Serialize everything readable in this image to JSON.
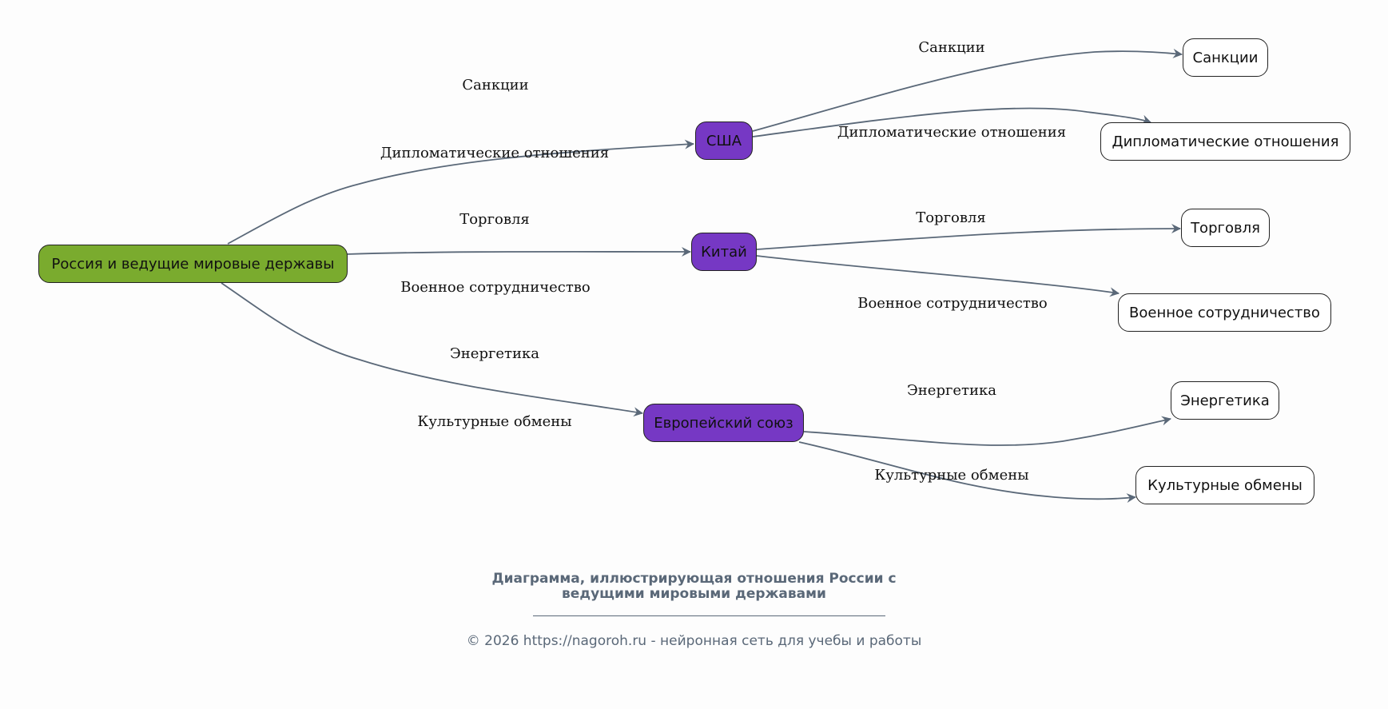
{
  "diagram": {
    "root": {
      "id": "root",
      "label": "Россия и ведущие мировые державы",
      "color": "#7aab2e"
    },
    "powers": [
      {
        "id": "usa",
        "label": "США",
        "color": "#7638c4"
      },
      {
        "id": "china",
        "label": "Китай",
        "color": "#7638c4"
      },
      {
        "id": "eu",
        "label": "Европейский союз",
        "color": "#7638c4"
      }
    ],
    "topics": [
      {
        "id": "t_sanctions",
        "label": "Санкции"
      },
      {
        "id": "t_diplomacy",
        "label": "Дипломатические отношения"
      },
      {
        "id": "t_trade",
        "label": "Торговля"
      },
      {
        "id": "t_military",
        "label": "Военное сотрудничество"
      },
      {
        "id": "t_energy",
        "label": "Энергетика"
      },
      {
        "id": "t_culture",
        "label": "Культурные обмены"
      }
    ],
    "edges": [
      {
        "from": "root",
        "to": "usa",
        "labels": [
          "Санкции",
          "Дипломатические отношения"
        ]
      },
      {
        "from": "root",
        "to": "china",
        "labels": [
          "Торговля",
          "Военное сотрудничество"
        ]
      },
      {
        "from": "root",
        "to": "eu",
        "labels": [
          "Энергетика",
          "Культурные обмены"
        ]
      },
      {
        "from": "usa",
        "to": "t_sanctions",
        "label": "Санкции"
      },
      {
        "from": "usa",
        "to": "t_diplomacy",
        "label": "Дипломатические отношения"
      },
      {
        "from": "china",
        "to": "t_trade",
        "label": "Торговля"
      },
      {
        "from": "china",
        "to": "t_military",
        "label": "Военное сотрудничество"
      },
      {
        "from": "eu",
        "to": "t_energy",
        "label": "Энергетика"
      },
      {
        "from": "eu",
        "to": "t_culture",
        "label": "Культурные обмены"
      }
    ],
    "edge_color": "#5a6878"
  },
  "caption": {
    "title_line1": "Диаграмма, иллюстрирующая отношения России с",
    "title_line2": "ведущими мировыми державами",
    "footer": "© 2026 https://nagoroh.ru - нейронная сеть для учебы и работы"
  }
}
